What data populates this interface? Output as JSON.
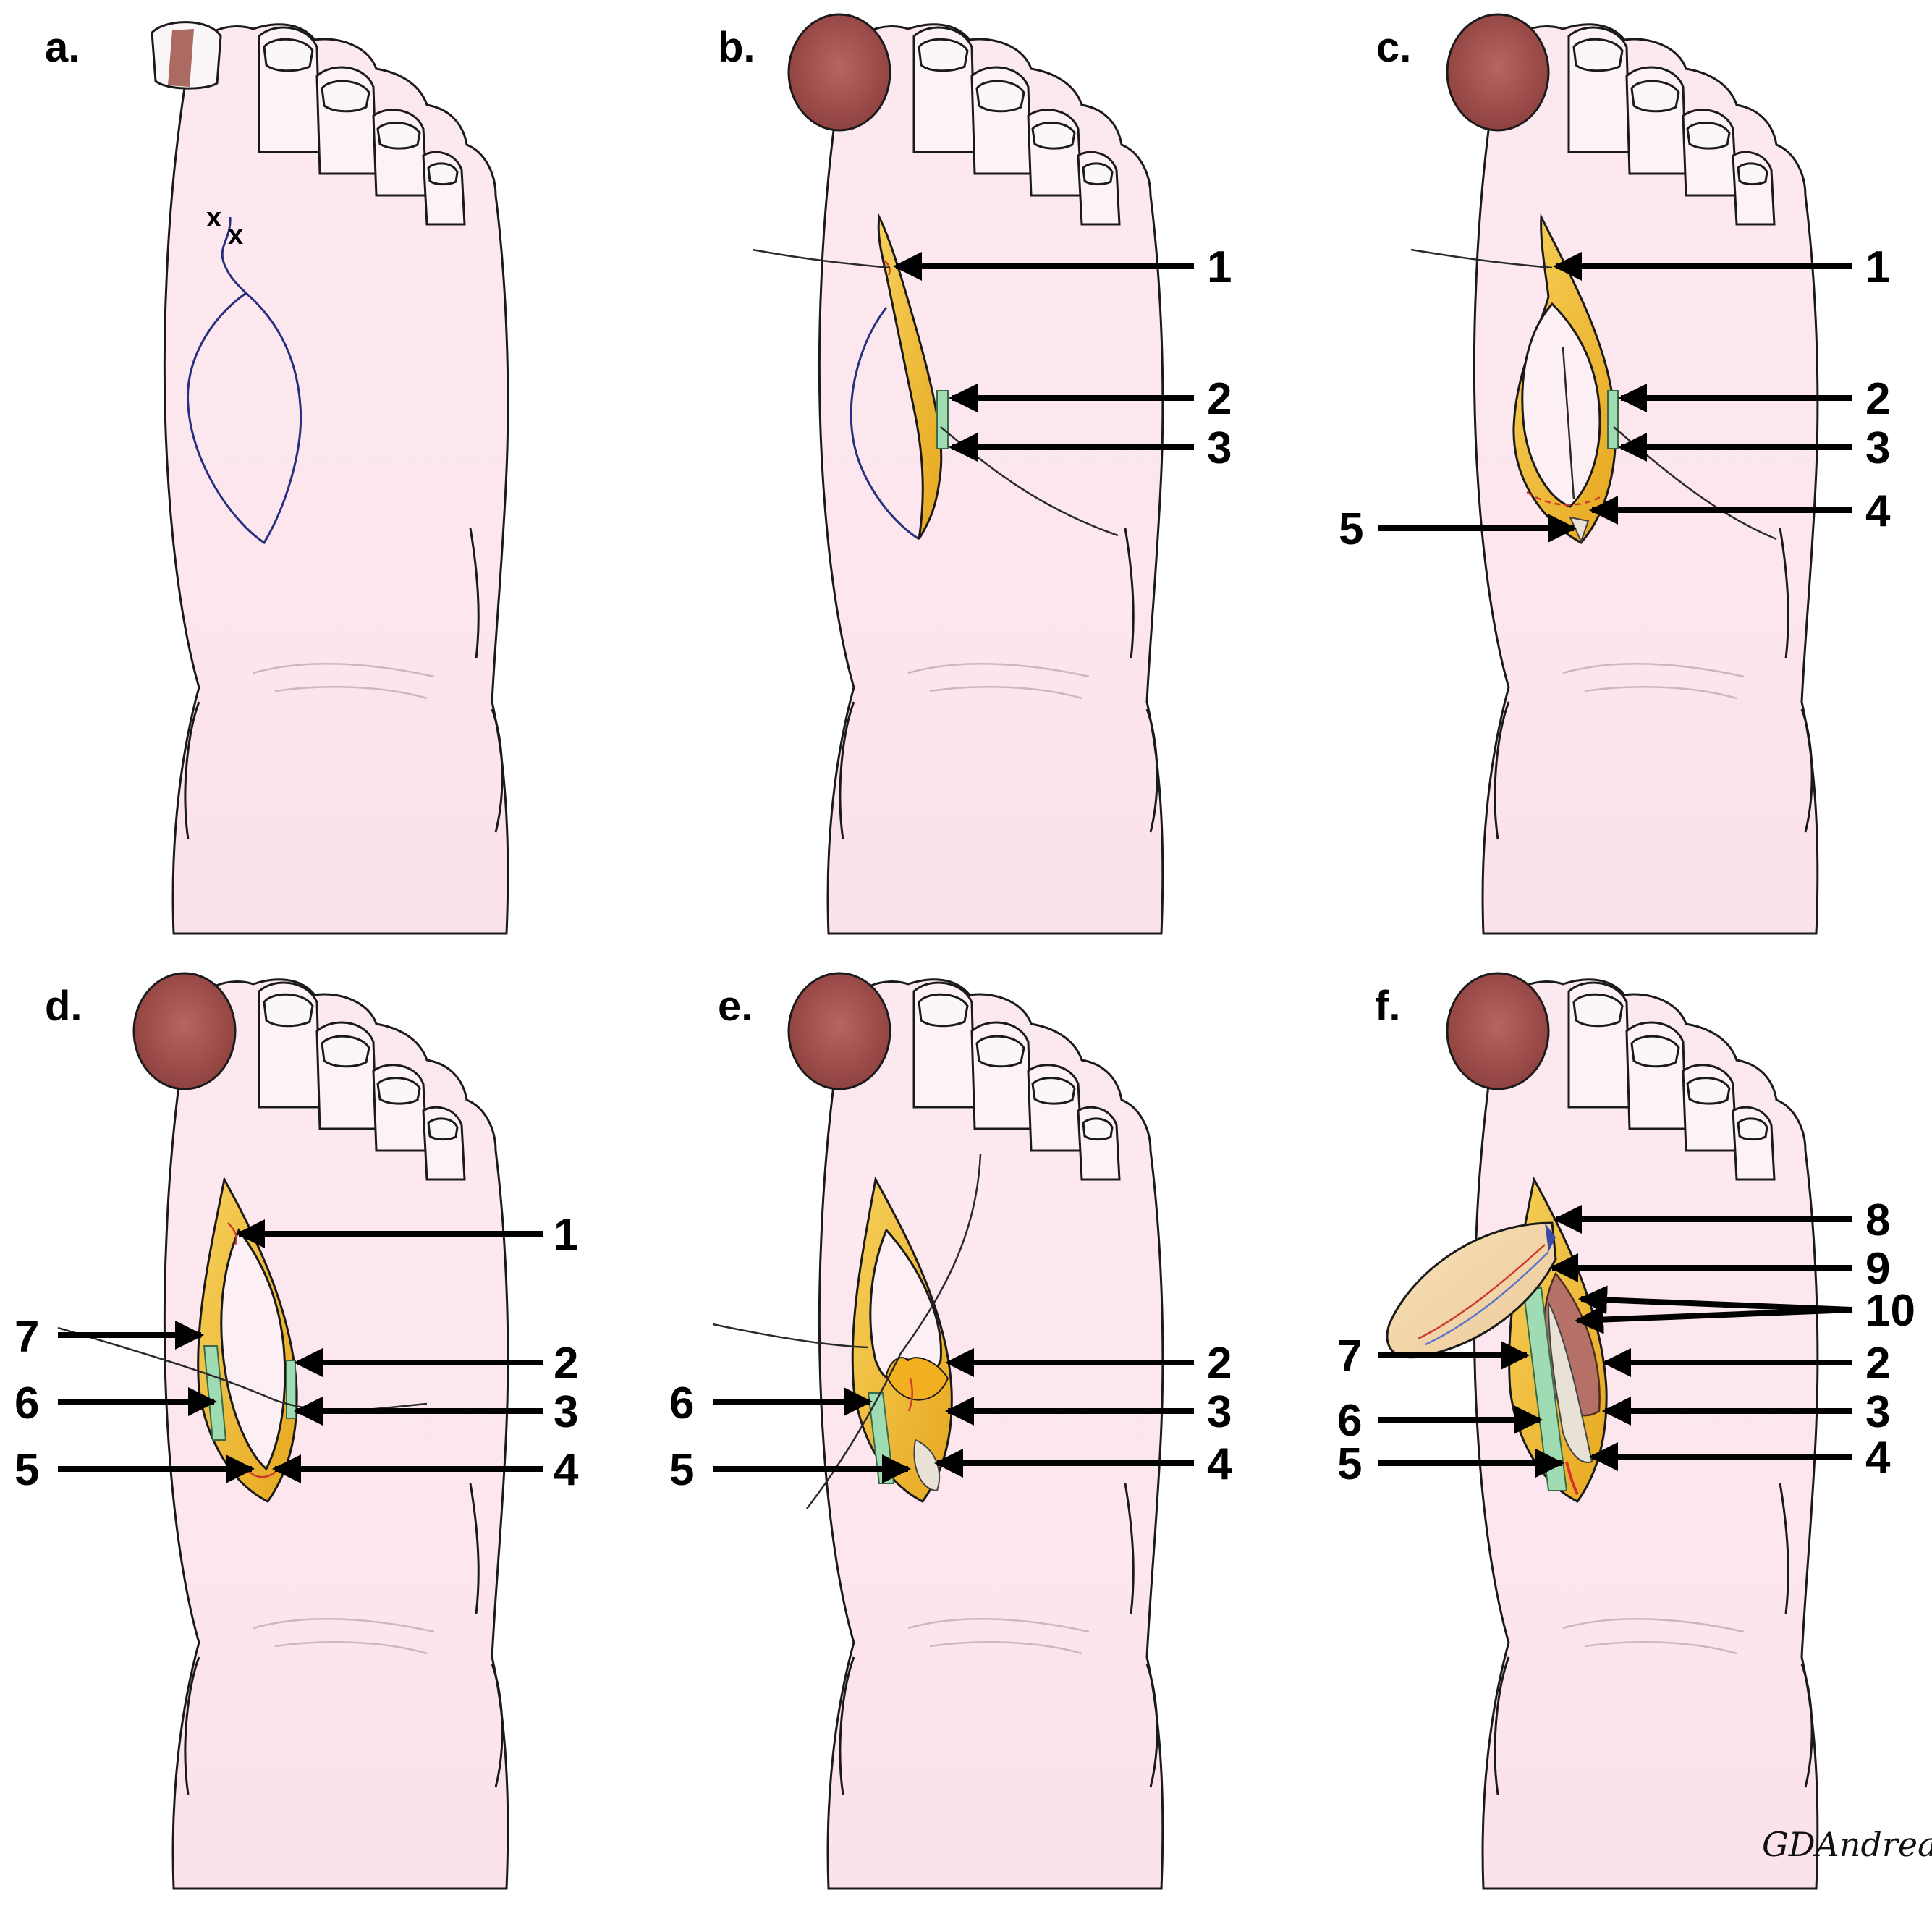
{
  "panels": [
    {
      "letter": "a.",
      "marks": [
        "x",
        "x"
      ],
      "callouts": []
    },
    {
      "letter": "b.",
      "callouts": [
        "1",
        "2",
        "3"
      ]
    },
    {
      "letter": "c.",
      "callouts": [
        "1",
        "2",
        "3",
        "4",
        "5"
      ]
    },
    {
      "letter": "d.",
      "callouts": [
        "1",
        "7",
        "2",
        "6",
        "3",
        "5",
        "4"
      ]
    },
    {
      "letter": "e.",
      "callouts": [
        "2",
        "6",
        "3",
        "5",
        "4"
      ]
    },
    {
      "letter": "f.",
      "callouts": [
        "8",
        "9",
        "10",
        "7",
        "2",
        "6",
        "3",
        "5",
        "4"
      ]
    }
  ],
  "signature": "GDAndrea",
  "colors": {
    "skin": "#fde8ee",
    "outline": "#1a1a1a",
    "nail_bruise": "#a9544f",
    "incision": "#26307f",
    "fat": "#f3c33a",
    "tendon": "#9fdcb3",
    "vessel": "#d8322a",
    "muscle": "#b06a6d"
  }
}
